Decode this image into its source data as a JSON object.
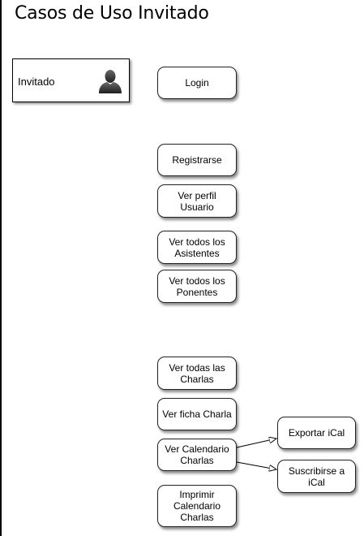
{
  "title": "Casos de Uso Invitado",
  "actor": {
    "label": "Invitado",
    "icon": "user-silhouette-icon"
  },
  "use_cases": {
    "login": "Login",
    "registrarse": "Registrarse",
    "ver_perfil_usuario": "Ver perfil\nUsuario",
    "ver_todos_asistentes": "Ver todos los\nAsistentes",
    "ver_todos_ponentes": "Ver todos los\nPonentes",
    "ver_todas_charlas": "Ver todas las\nCharlas",
    "ver_ficha_charla": "Ver ficha Charla",
    "ver_calendario_charlas": "Ver Calendario\nCharlas",
    "imprimir_calendario_charlas": "Imprimir\nCalendario\nCharlas",
    "exportar_ical": "Exportar iCal",
    "suscribirse_ical": "Suscribirse a\niCal"
  }
}
